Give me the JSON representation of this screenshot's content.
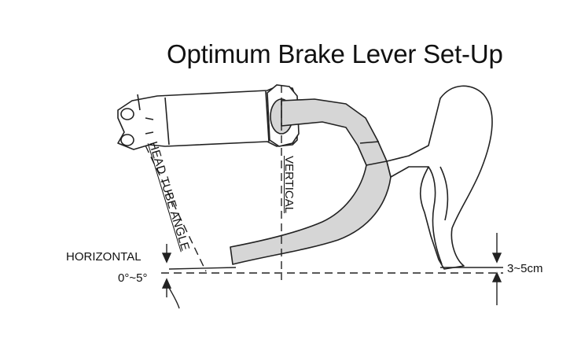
{
  "title": "Optimum Brake Lever Set-Up",
  "labels": {
    "horizontal": "HORIZONTAL",
    "angle_range": "0°~5°",
    "vertical": "VERTICAL",
    "head_tube_angle": "HEAD TUBE ANGLE",
    "drop": "3~5cm"
  },
  "colors": {
    "line": "#222222",
    "bar_tape": "#d6d6d6",
    "background": "#ffffff"
  }
}
